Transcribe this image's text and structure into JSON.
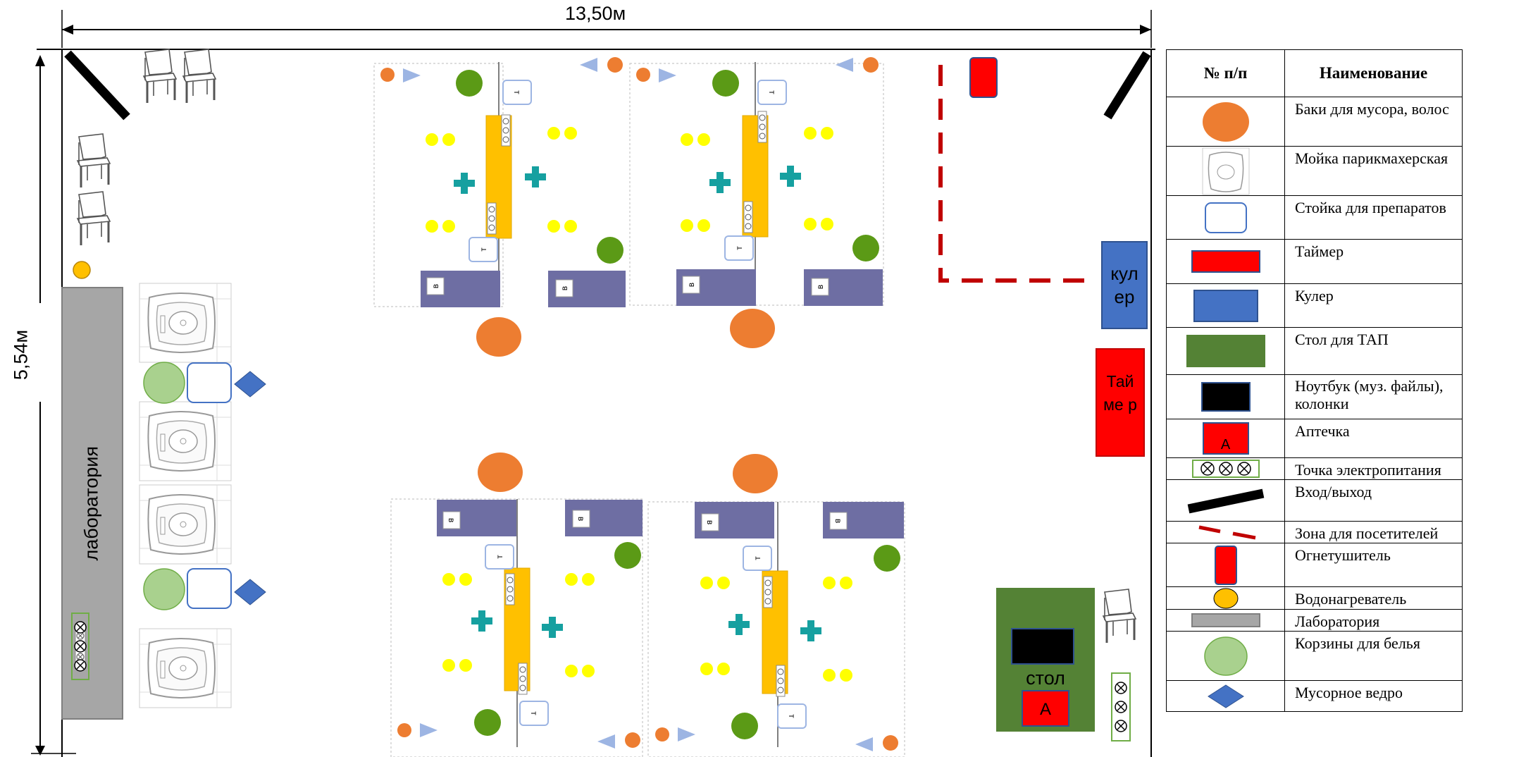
{
  "dimensions": {
    "width_label": "13,50м",
    "height_label": "5,54м"
  },
  "rooms": {
    "laboratory_label": "лаборатория",
    "cooler_label": "кул ер",
    "timer_label": "Тай ме р",
    "table_label": "стол",
    "first_aid_mark": "А"
  },
  "workstation_marks": {
    "rack_mark": "т",
    "sink_mark": "в"
  },
  "legend": {
    "header_number": "№ п/п",
    "header_name": "Наименование",
    "rows": [
      {
        "icon": "trash-bin-icon",
        "name": "Баки для мусора, волос"
      },
      {
        "icon": "hair-wash-sink-icon",
        "name": "Мойка парикмахерская"
      },
      {
        "icon": "product-rack-icon",
        "name": "Стойка для препаратов"
      },
      {
        "icon": "timer-icon",
        "name": "Таймер"
      },
      {
        "icon": "cooler-icon",
        "name": "Кулер"
      },
      {
        "icon": "tap-table-icon",
        "name": "Стол для ТАП"
      },
      {
        "icon": "laptop-icon",
        "name": "Ноутбук (муз. файлы), колонки"
      },
      {
        "icon": "first-aid-icon",
        "name": "Аптечка",
        "mark": "А"
      },
      {
        "icon": "power-outlet-icon",
        "name": "Точка электропитания"
      },
      {
        "icon": "entrance-icon",
        "name": "Вход/выход"
      },
      {
        "icon": "visitor-zone-icon",
        "name": "Зона для посетителей"
      },
      {
        "icon": "fire-extinguisher-icon",
        "name": "Огнетушитель"
      },
      {
        "icon": "water-heater-icon",
        "name": "Водонагреватель"
      },
      {
        "icon": "laboratory-icon",
        "name": "Лаборатория"
      },
      {
        "icon": "laundry-basket-icon",
        "name": "Корзины для белья"
      },
      {
        "icon": "waste-bucket-icon",
        "name": "Мусорное ведро"
      }
    ]
  },
  "colors": {
    "orange": "#ED7D31",
    "green": "#5B9A16",
    "yellow": "#FFFF00",
    "teal": "#16A0A0",
    "gold": "#FFC000",
    "purple": "#6E6EA3",
    "red": "#FF0000",
    "blue": "#4472C4",
    "dark_red": "#C00000",
    "table_green": "#548235",
    "lab_gray": "#A6A6A6",
    "light_blue": "#9DB5E3"
  }
}
